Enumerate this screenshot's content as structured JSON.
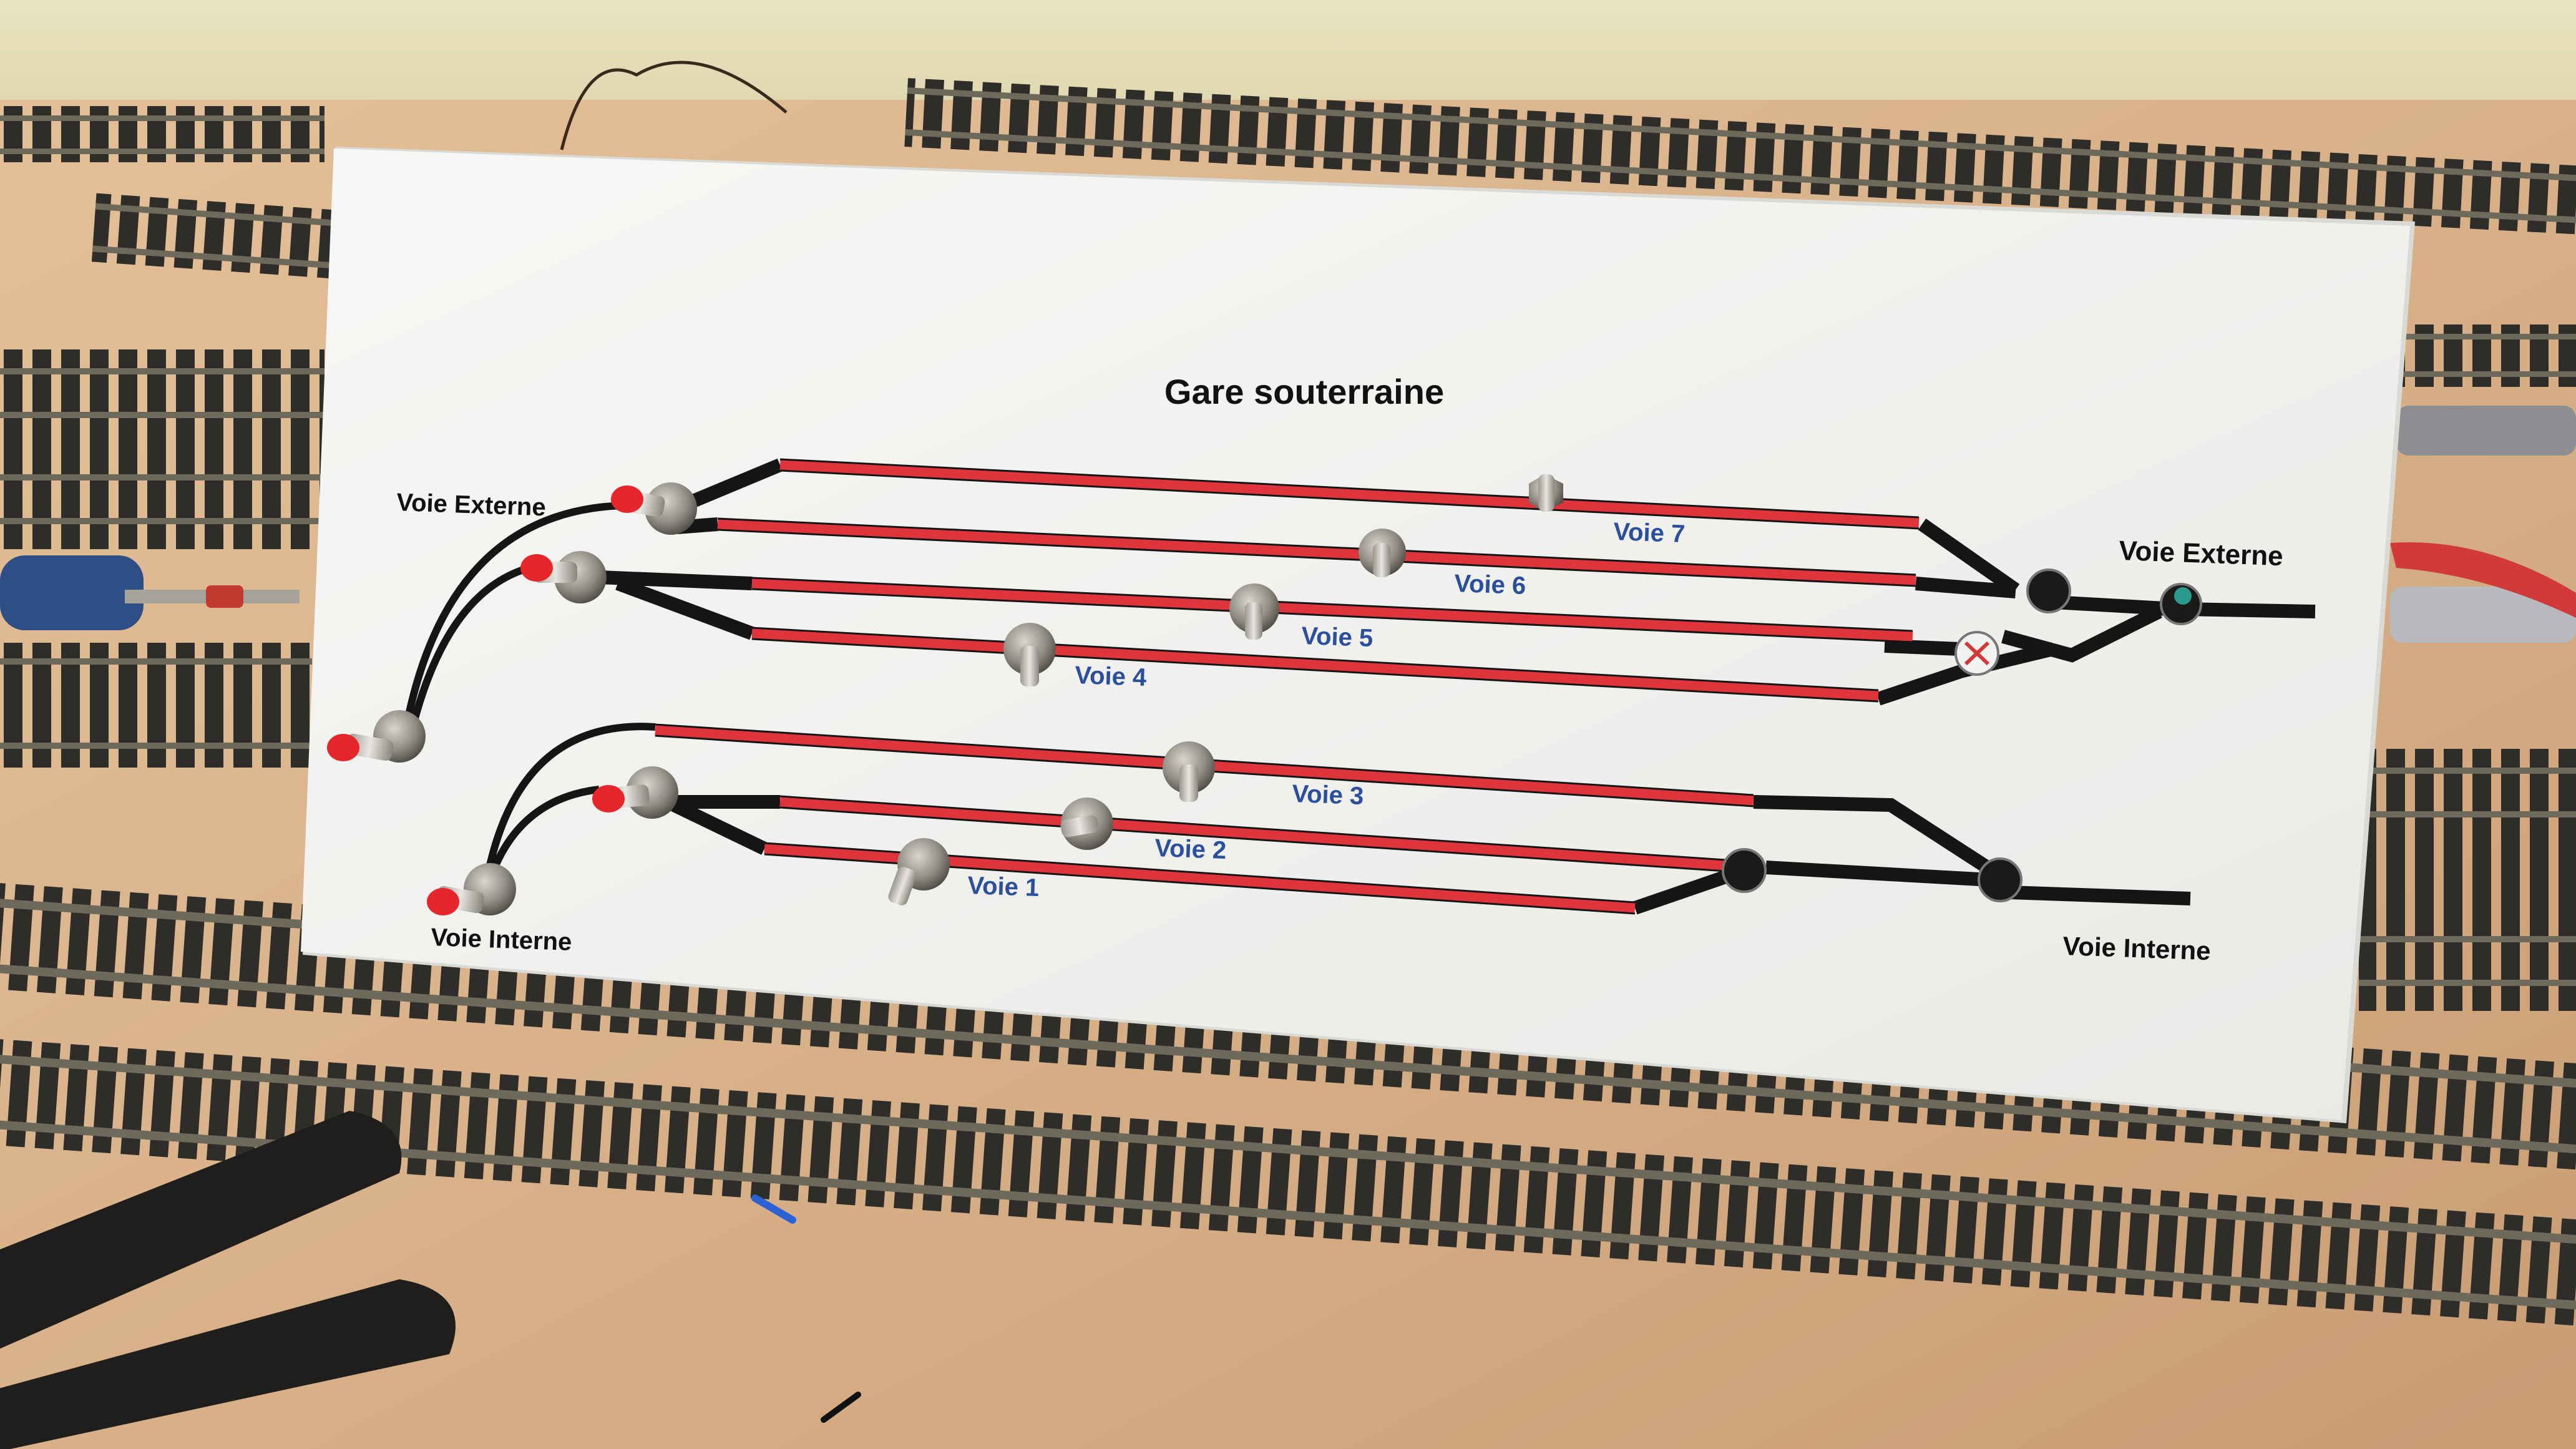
{
  "panel": {
    "title": "Gare souterraine",
    "labels": {
      "voie_externe_left": "Voie Externe",
      "voie_externe_right": "Voie Externe",
      "voie_interne_left": "Voie Interne",
      "voie_interne_right": "Voie Interne"
    },
    "tracks": {
      "voie_1": "Voie 1",
      "voie_2": "Voie 2",
      "voie_3": "Voie 3",
      "voie_4": "Voie 4",
      "voie_5": "Voie 5",
      "voie_6": "Voie 6",
      "voie_7": "Voie 7"
    },
    "colors": {
      "track_red": "#e0343c",
      "track_black": "#151515",
      "label_blue": "#2b4f9b",
      "panel_white": "#f4f4f2",
      "wall": "#e6dfb8",
      "wood": "#d9b48c",
      "rail_metal": "#6d6a5c",
      "sleeper": "#2e2d2a"
    }
  }
}
